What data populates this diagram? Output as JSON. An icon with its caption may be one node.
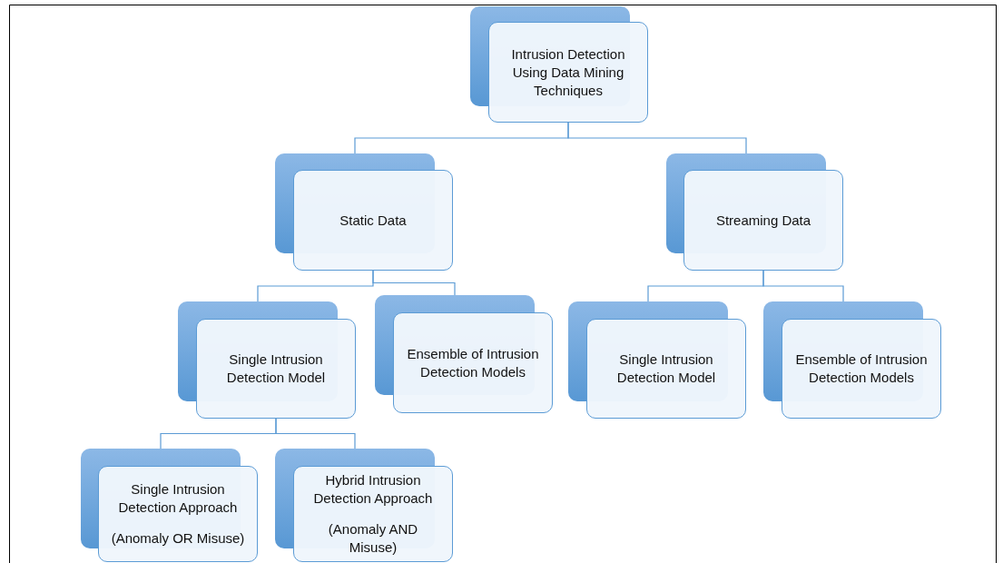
{
  "diagram": {
    "nodes": [
      {
        "text": [
          "Intrusion Detection Using Data Mining Techniques"
        ]
      },
      {
        "text": [
          "Static Data"
        ]
      },
      {
        "text": [
          "Streaming Data"
        ]
      },
      {
        "text": [
          "Single Intrusion Detection Model"
        ]
      },
      {
        "text": [
          "Ensemble of Intrusion Detection Models"
        ]
      },
      {
        "text": [
          "Single Intrusion Detection Model"
        ]
      },
      {
        "text": [
          "Ensemble of Intrusion Detection Models"
        ]
      },
      {
        "text": [
          "Single Intrusion Detection Approach",
          "(Anomaly OR Misuse)"
        ]
      },
      {
        "text": [
          "Hybrid Intrusion Detection Approach",
          "(Anomaly AND Misuse)"
        ]
      }
    ],
    "edges": [
      {
        "from": 0,
        "to": 1,
        "arrow": "none"
      },
      {
        "from": 0,
        "to": 2,
        "arrow": "none"
      },
      {
        "from": 1,
        "to": 3,
        "arrow": "none"
      },
      {
        "from": 1,
        "to": 4,
        "arrow": "none"
      },
      {
        "from": 2,
        "to": 5,
        "arrow": "none"
      },
      {
        "from": 2,
        "to": 6,
        "arrow": "none"
      },
      {
        "from": 3,
        "to": 7,
        "arrow": "none"
      },
      {
        "from": 3,
        "to": 8,
        "arrow": "none"
      }
    ]
  }
}
